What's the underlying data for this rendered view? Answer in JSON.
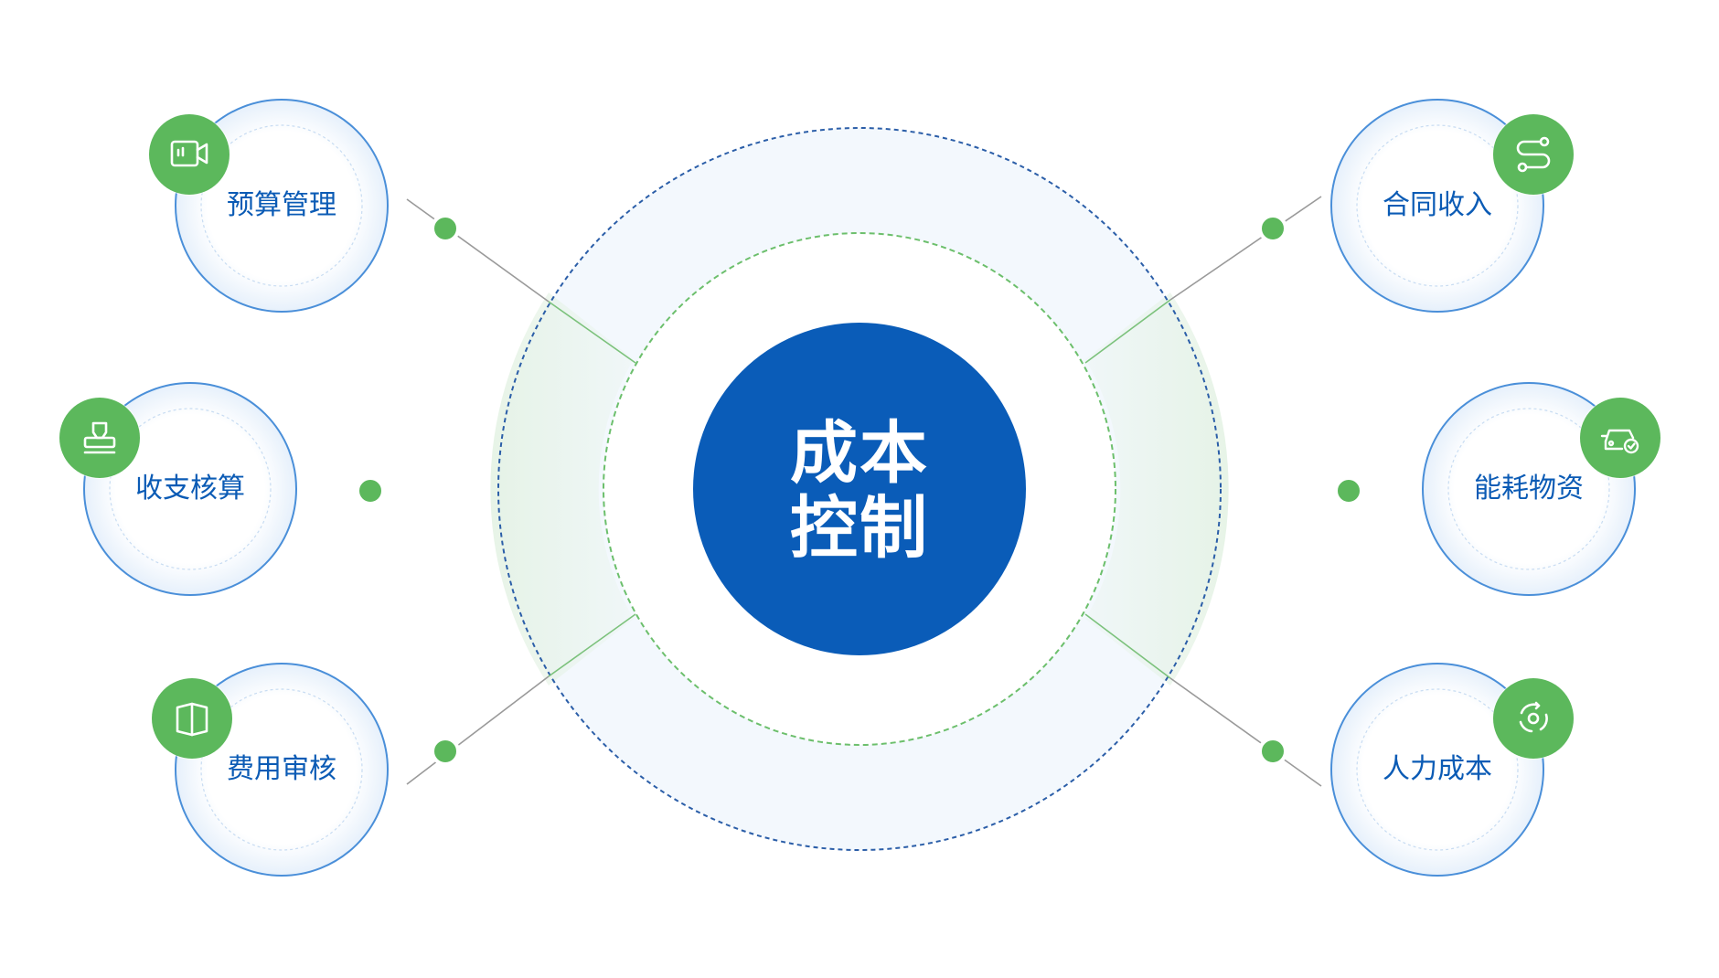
{
  "diagram": {
    "center": {
      "line1": "成本",
      "line2": "控制"
    },
    "nodes": [
      {
        "id": "budget",
        "label": "预算管理",
        "icon": "video-icon"
      },
      {
        "id": "revenue-expense",
        "label": "收支核算",
        "icon": "stamp-icon"
      },
      {
        "id": "expense-audit",
        "label": "费用审核",
        "icon": "book-icon"
      },
      {
        "id": "contract-income",
        "label": "合同收入",
        "icon": "route-icon"
      },
      {
        "id": "energy-materials",
        "label": "能耗物资",
        "icon": "car-icon"
      },
      {
        "id": "labor-cost",
        "label": "人力成本",
        "icon": "cycle-icon"
      }
    ],
    "colors": {
      "center_fill": "#0a5cb8",
      "ring_fill": "#f3f8fd",
      "outer_dash": "#2b5ea8",
      "inner_dash": "#6cbf6c",
      "accent_green": "#5cb85c",
      "node_label": "#0b5bb5",
      "node_ring": "#4a8fd9"
    }
  }
}
